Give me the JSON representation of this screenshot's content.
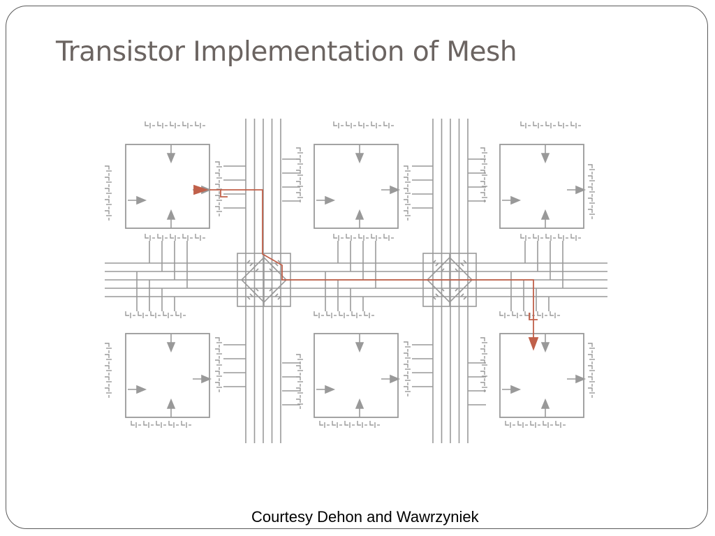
{
  "slide": {
    "title": "Transistor Implementation of Mesh",
    "caption": "Courtesy Dehon and Wawrzyniek"
  },
  "diagram": {
    "grid_columns": 3,
    "grid_rows": 2,
    "switch_boxes": 2,
    "highlight_route": "route from top-left block output through left switch box and right switch box into bottom-right block input",
    "colors": {
      "wire": "#999999",
      "block_stroke": "#999999",
      "route": "#c0604a",
      "title": "#6b6461"
    }
  }
}
